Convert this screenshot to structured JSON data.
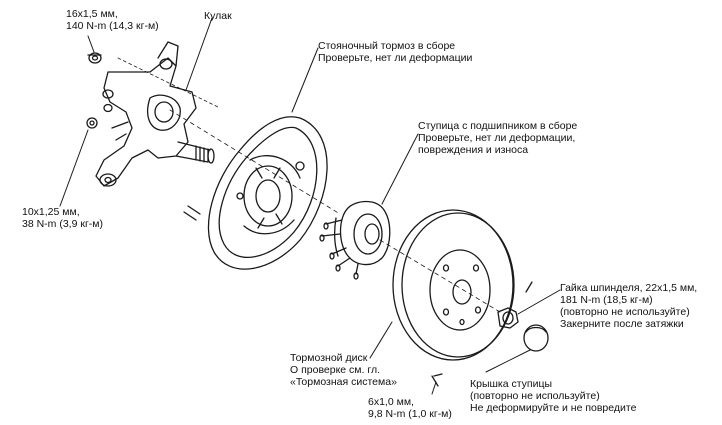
{
  "labels": {
    "bolt_top": [
      "16x1,5 мм,",
      "140 N-m (14,3 кг-м)"
    ],
    "knuckle": "Кулак",
    "parking_brake": [
      "Стояночный тормоз в сборе",
      "Проверьте, нет ли деформации"
    ],
    "hub_bearing": [
      "Ступица с подшипником в сборе",
      "Проверьте, нет ли деформации,",
      "повреждения и износа"
    ],
    "bolt_left": [
      "10x1,25 мм,",
      "38 N-m (3,9 кг-м)"
    ],
    "spindle_nut": [
      "Гайка шпинделя, 22x1,5 мм,",
      "181 N-m (18,5 кг-м)",
      "(повторно не используйте)",
      "Закерните после затяжки"
    ],
    "brake_disc": [
      "Тормозной диск",
      "О проверке см. гл.",
      "«Тормозная система»"
    ],
    "hub_cap": [
      "Крышка ступицы",
      "(повторно не используйте)",
      "Не деформируйте и не повредите"
    ],
    "screw_bottom": [
      "6x1,0 мм,",
      "9,8 N-m (1,0 кг-м)"
    ]
  }
}
